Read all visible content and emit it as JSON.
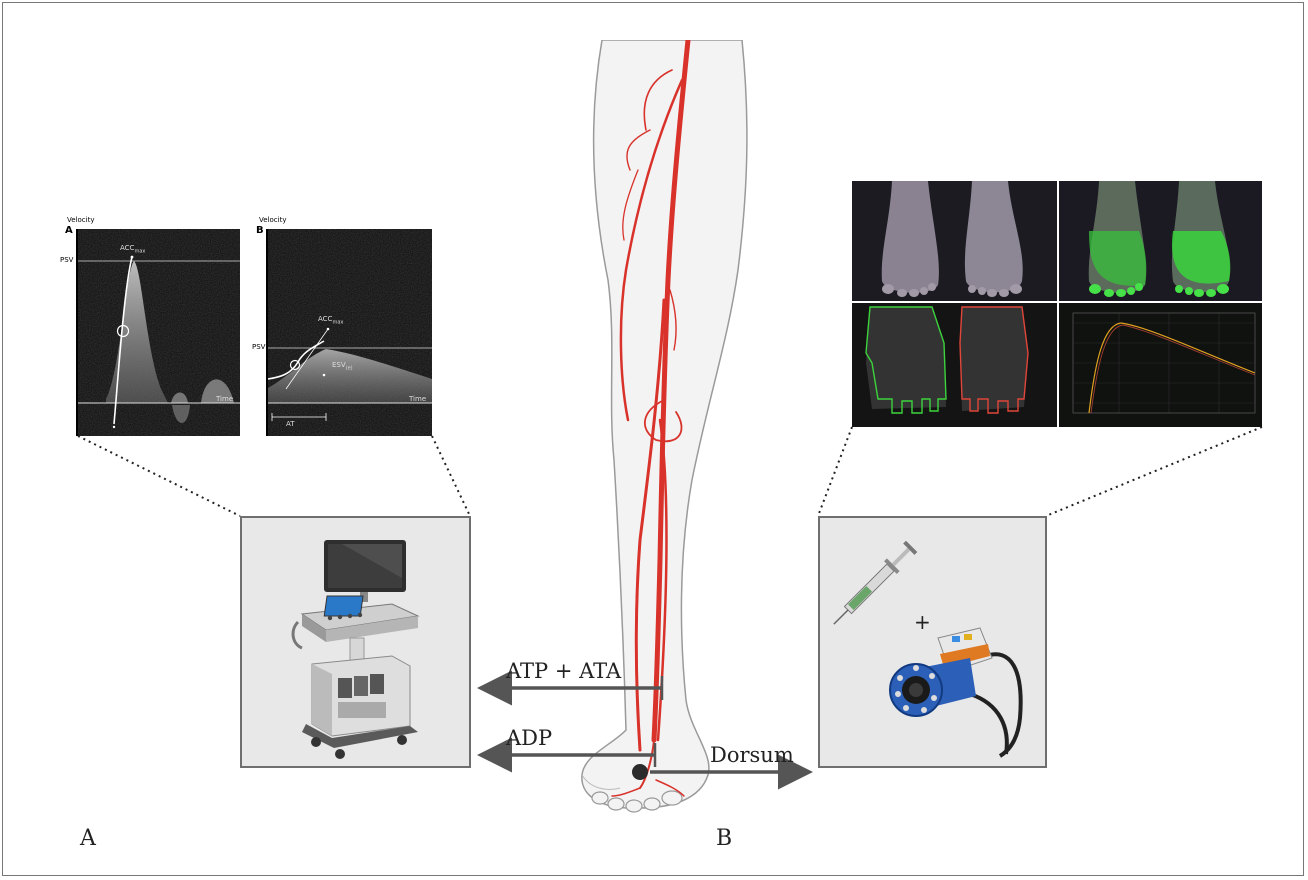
{
  "doppler": {
    "a": {
      "axis_title": "Velocity",
      "panel_letter": "A",
      "psv": "PSV",
      "acc": "ACC",
      "acc_sub": "max",
      "time": "Time"
    },
    "b": {
      "axis_title": "Velocity",
      "panel_letter": "B",
      "psv": "PSV",
      "acc": "ACC",
      "acc_sub": "max",
      "esv": "ESV",
      "esv_sub": "(e)",
      "at": "AT",
      "time": "Time"
    }
  },
  "arrows": {
    "atp_ata": "ATP + ATA",
    "adp": "ADP",
    "dorsum": "Dorsum"
  },
  "fig_letters": {
    "left": "A",
    "right": "B"
  },
  "plus": "+",
  "colors": {
    "artery": "#d8322b",
    "box_bg": "#e8e8e8",
    "box_border": "#6f6f6f",
    "icg_green": "#39e03a",
    "roi_red": "#e0463a",
    "curve": "#e0a020"
  }
}
